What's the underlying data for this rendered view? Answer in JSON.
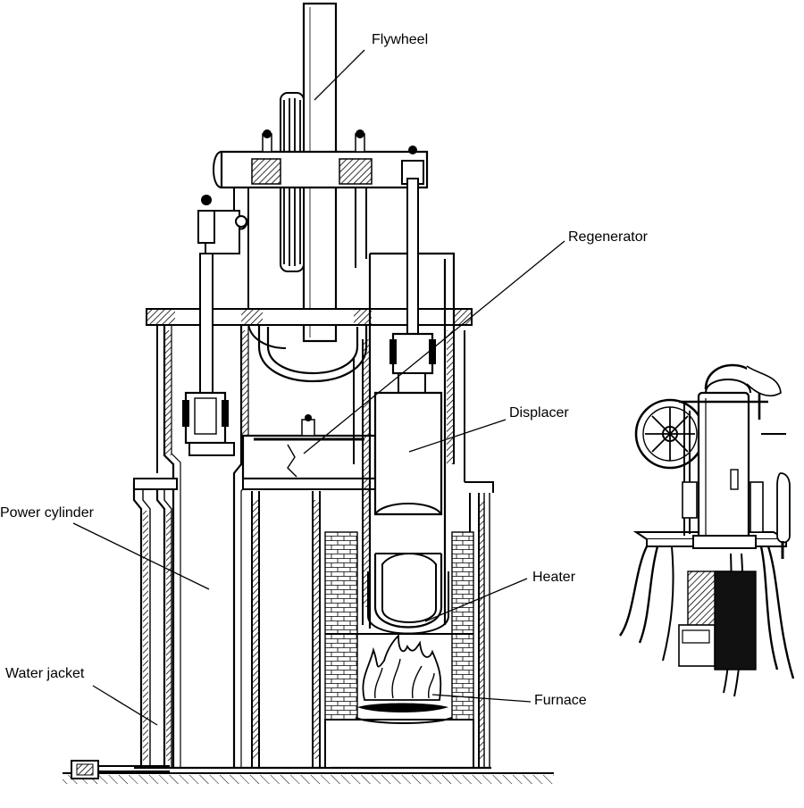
{
  "labels": {
    "flywheel": "Flywheel",
    "regenerator": "Regenerator",
    "displacer": "Displacer",
    "power_cylinder": "Power cylinder",
    "heater": "Heater",
    "water_jacket": "Water jacket",
    "furnace": "Furnace"
  }
}
